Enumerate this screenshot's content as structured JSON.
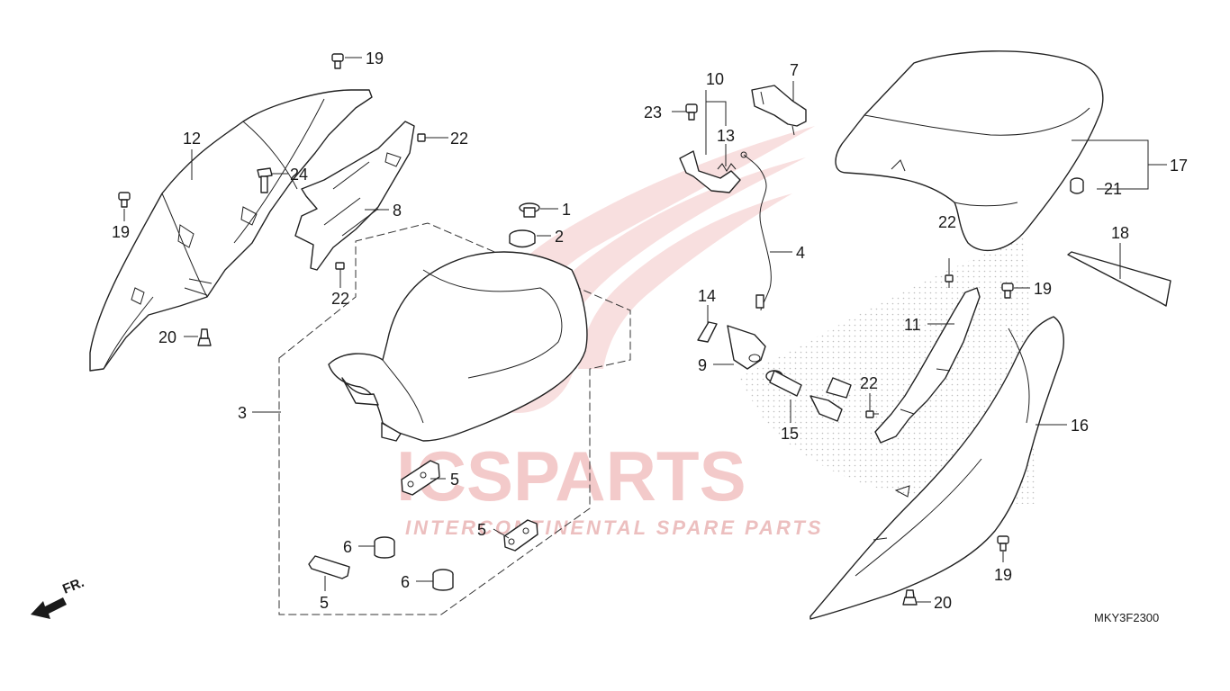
{
  "watermark": {
    "brand": "ICSPARTS",
    "tagline": "INTERCONTINENTAL SPARE PARTS",
    "color_light": "#f3c6c6",
    "color_gray": "#d9d9d9"
  },
  "diagram_code": "MKY3F2300",
  "front_arrow_label": "FR.",
  "callouts": {
    "c19a": "19",
    "c12": "12",
    "c19b": "19",
    "c22a": "22",
    "c8": "8",
    "c22b": "22",
    "c20a": "20",
    "c24": "24",
    "c1": "1",
    "c2": "2",
    "c3": "3",
    "c5a": "5",
    "c5b": "5",
    "c6a": "6",
    "c6b": "6",
    "c5c": "5",
    "c10": "10",
    "c7": "7",
    "c23": "23",
    "c13": "13",
    "c4": "4",
    "c14": "14",
    "c9": "9",
    "c15": "15",
    "c17": "17",
    "c21": "21",
    "c22c": "22",
    "c19c": "19",
    "c18": "18",
    "c11": "11",
    "c22d": "22",
    "c16": "16",
    "c19d": "19",
    "c20b": "20"
  },
  "colors": {
    "line": "#222222",
    "background": "#ffffff"
  }
}
